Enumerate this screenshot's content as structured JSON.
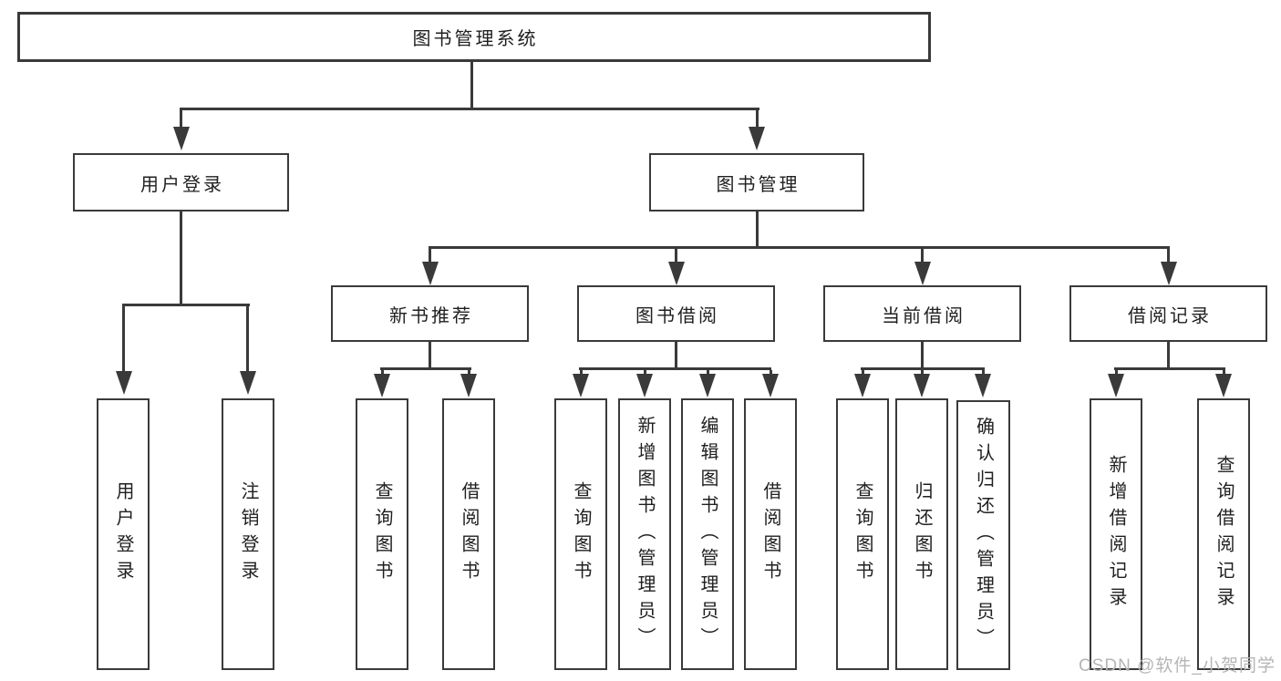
{
  "tree": {
    "root": {
      "label": "图书管理系统"
    },
    "branches": [
      {
        "label": "用户登录",
        "children": [
          {
            "label": "用户登录"
          },
          {
            "label": "注销登录"
          }
        ]
      },
      {
        "label": "图书管理",
        "children": [
          {
            "label": "新书推荐",
            "children": [
              {
                "label": "查询图书"
              },
              {
                "label": "借阅图书"
              }
            ]
          },
          {
            "label": "图书借阅",
            "children": [
              {
                "label": "查询图书"
              },
              {
                "label": "新增图书（管理员）"
              },
              {
                "label": "编辑图书（管理员）"
              },
              {
                "label": "借阅图书"
              }
            ]
          },
          {
            "label": "当前借阅",
            "children": [
              {
                "label": "查询图书"
              },
              {
                "label": "归还图书"
              },
              {
                "label": "确认归还（管理员）"
              }
            ]
          },
          {
            "label": "借阅记录",
            "children": [
              {
                "label": "新增借阅记录"
              },
              {
                "label": "查询借阅记录"
              }
            ]
          }
        ]
      }
    ]
  },
  "watermark": {
    "text": "CSDN @软件_小贺同学"
  },
  "colors": {
    "line": "#3a3a3a",
    "text": "#1f1f1f",
    "watermark": "#b5b5b5",
    "background": "#ffffff"
  }
}
